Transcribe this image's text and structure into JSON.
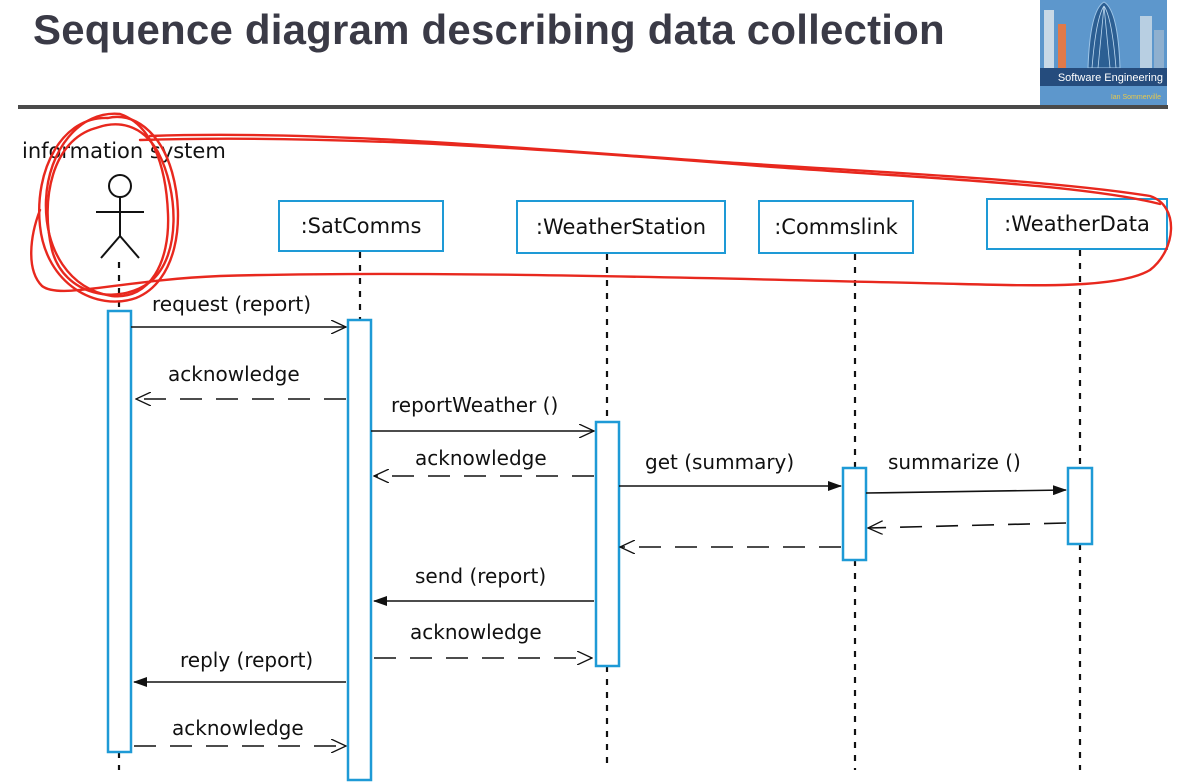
{
  "title": "Sequence diagram describing data collection",
  "book": {
    "title": "Software Engineering",
    "author": "Ian Sommerville"
  },
  "actor": {
    "label": "information system",
    "icon": "stick-figure-icon"
  },
  "lifelines": [
    {
      "id": "satcomms",
      "label": ":SatComms"
    },
    {
      "id": "weatherstation",
      "label": ":WeatherStation"
    },
    {
      "id": "commslink",
      "label": ":Commslink"
    },
    {
      "id": "weatherdata",
      "label": ":WeatherData"
    }
  ],
  "messages": [
    {
      "label": "request (report)",
      "from": "information system",
      "to": ":SatComms",
      "type": "synchronous"
    },
    {
      "label": "acknowledge",
      "from": ":SatComms",
      "to": "information system",
      "type": "return"
    },
    {
      "label": "reportWeather ()",
      "from": ":SatComms",
      "to": ":WeatherStation",
      "type": "synchronous"
    },
    {
      "label": "acknowledge",
      "from": ":WeatherStation",
      "to": ":SatComms",
      "type": "return"
    },
    {
      "label": "get (summary)",
      "from": ":WeatherStation",
      "to": ":Commslink",
      "type": "synchronous"
    },
    {
      "label": "summarize ()",
      "from": ":Commslink",
      "to": ":WeatherData",
      "type": "synchronous"
    },
    {
      "label": "",
      "from": ":WeatherData",
      "to": ":Commslink",
      "type": "return"
    },
    {
      "label": "",
      "from": ":Commslink",
      "to": ":WeatherStation",
      "type": "return"
    },
    {
      "label": "send (report)",
      "from": ":WeatherStation",
      "to": ":SatComms",
      "type": "synchronous"
    },
    {
      "label": "acknowledge",
      "from": ":SatComms",
      "to": ":WeatherStation",
      "type": "return"
    },
    {
      "label": "reply (report)",
      "from": ":SatComms",
      "to": "information system",
      "type": "synchronous"
    },
    {
      "label": "acknowledge",
      "from": "information system",
      "to": ":SatComms",
      "type": "return"
    }
  ],
  "colors": {
    "lifeline_border": "#1e9ad6",
    "annotation": "#e8281e",
    "title": "#3a3a46"
  }
}
